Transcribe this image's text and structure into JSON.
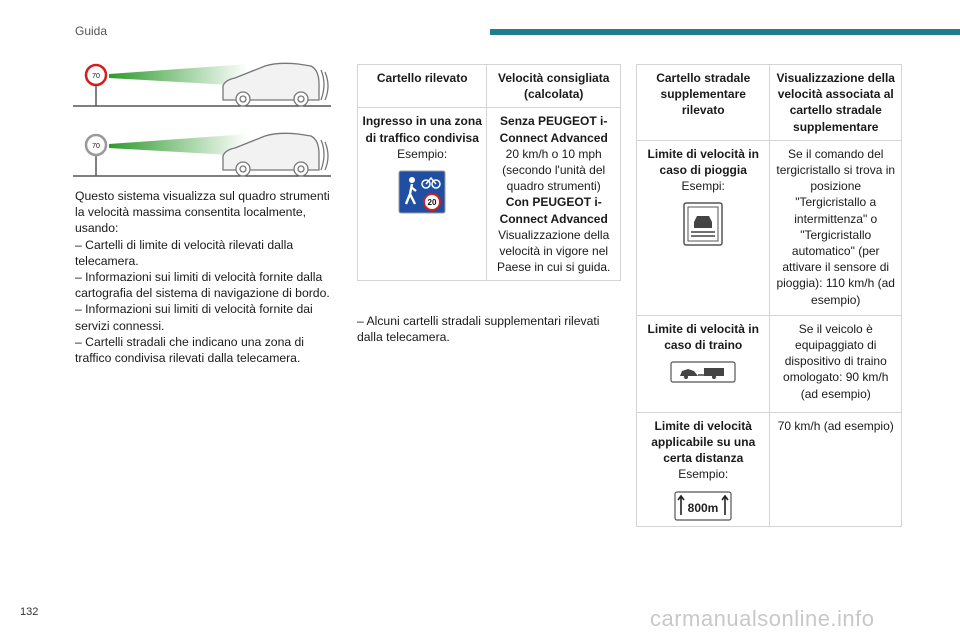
{
  "header": {
    "section_title": "Guida"
  },
  "page_number": "132",
  "watermark": "carmanualsonline.info",
  "illustrations": [
    {
      "sign_value": "70",
      "sign_style": "red-ring"
    },
    {
      "sign_value": "70",
      "sign_style": "grey-ring"
    }
  ],
  "intro": {
    "paragraph": "Questo sistema visualizza sul quadro strumenti la velocità massima consentita localmente, usando:",
    "items": [
      "–  Cartelli di limite di velocità rilevati dalla telecamera.",
      "–  Informazioni sui limiti di velocità fornite dalla cartografia del sistema di navigazione di bordo.",
      "–  Informazioni sui limiti di velocità fornite dai servizi connessi.",
      "–  Cartelli stradali che indicano una zona di traffico condivisa rilevati dalla telecamera."
    ]
  },
  "table_shared": {
    "headers": [
      "Cartello rilevato",
      "Velocità consigliata (calcolata)"
    ],
    "row": {
      "left_title": "Ingresso in una zona di traffico condivisa",
      "left_example": "Esempio:",
      "left_sign_value": "20",
      "right_line1_bold": "Senza PEUGEOT i-Connect Advanced",
      "right_line2": "20 km/h o 10 mph (secondo l'unità del quadro strumenti)",
      "right_line3_bold": "Con PEUGEOT i-Connect Advanced",
      "right_line4": "Visualizzazione della velocità in vigore nel Paese in cui si guida."
    }
  },
  "note_after_table": "–  Alcuni cartelli stradali supplementari rilevati dalla telecamera.",
  "table_supplementary": {
    "headers": [
      "Cartello stradale supplementare rilevato",
      "Visualizzazione della velocità associata al cartello stradale supplementare"
    ],
    "rows": [
      {
        "title": "Limite di velocità in caso di pioggia",
        "example": "Esempi:",
        "sign": "rain-sign-icon",
        "desc": "Se il comando del tergicristallo si trova in posizione \"Tergicristallo a intermittenza\" o \"Tergicristallo automatico\" (per attivare il sensore di pioggia): 110 km/h (ad esempio)"
      },
      {
        "title": "Limite di velocità in caso di traino",
        "example": "",
        "sign": "trailer-sign-icon",
        "desc": "Se il veicolo è equipaggiato di dispositivo di traino omologato: 90 km/h (ad esempio)"
      },
      {
        "title": "Limite di velocità applicabile su una certa distanza",
        "example": "Esempio:",
        "sign": "distance-sign-icon",
        "sign_text": "800m",
        "desc": "70 km/h (ad esempio)"
      }
    ]
  }
}
